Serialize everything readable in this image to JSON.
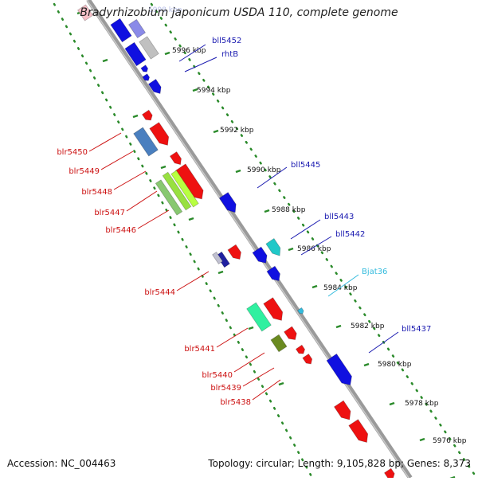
{
  "title": "Bradyrhizobium japonicum USDA 110, complete genome",
  "accession": "Accession: NC_004463",
  "topology": "Topology: circular; Length: 9,105,828 bp; Genes: 8,373",
  "colors": {
    "backbone": "#8f8f8f",
    "tick": "#2a8a2a",
    "reverse_label": "#1a1ab0",
    "forward_label": "#cc1111",
    "rna_label": "#33bbdd"
  },
  "ruler": {
    "faded_top": "5998 kbp",
    "ticks": [
      {
        "label": "5996 kbp"
      },
      {
        "label": "5994 kbp"
      },
      {
        "label": "5992 kbp"
      },
      {
        "label": "5990 kbp"
      },
      {
        "label": "5988 kbp"
      },
      {
        "label": "5986 kbp"
      },
      {
        "label": "5984 kbp"
      },
      {
        "label": "5982 kbp"
      },
      {
        "label": "5980 kbp"
      },
      {
        "label": "5978 kbp"
      },
      {
        "label": "5976 kbp"
      }
    ]
  },
  "right_labels": [
    {
      "name": "bll5452",
      "color": "#1a1ab0"
    },
    {
      "name": "rhtB",
      "color": "#1a1ab0"
    },
    {
      "name": "bll5445",
      "color": "#1a1ab0"
    },
    {
      "name": "bll5443",
      "color": "#1a1ab0"
    },
    {
      "name": "bll5442",
      "color": "#1a1ab0"
    },
    {
      "name": "Bjat36",
      "color": "#33bbdd"
    },
    {
      "name": "bll5437",
      "color": "#1a1ab0"
    }
  ],
  "left_labels": [
    {
      "name": "blr5450"
    },
    {
      "name": "blr5449"
    },
    {
      "name": "blr5448"
    },
    {
      "name": "blr5447"
    },
    {
      "name": "blr5446"
    },
    {
      "name": "blr5444"
    },
    {
      "name": "blr5441"
    },
    {
      "name": "blr5440"
    },
    {
      "name": "blr5439"
    },
    {
      "name": "blr5438"
    }
  ]
}
